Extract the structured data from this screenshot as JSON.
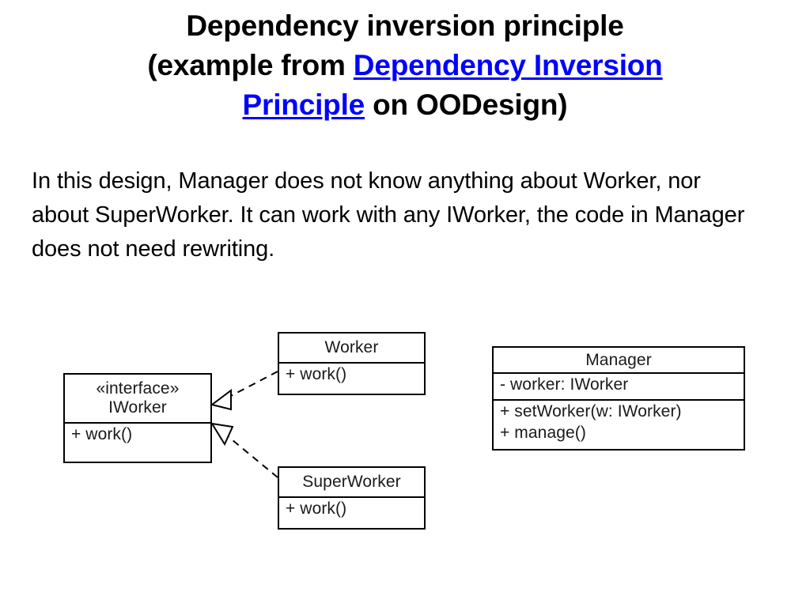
{
  "slide": {
    "title": {
      "line1": "Dependency inversion principle",
      "line2_prefix": "(example from ",
      "link_part1": "Dependency Inversion",
      "link_part2": "Principle",
      "line3_suffix": " on OODesign)"
    },
    "body": "In this design, Manager does not know anything about Worker, nor about SuperWorker. It can work with any IWorker, the code in Manager does not need rewriting."
  },
  "colors": {
    "text": "#000000",
    "link": "#0000FF",
    "box_border": "#000000",
    "background": "#FFFFFF"
  },
  "diagram": {
    "type": "uml-class-diagram",
    "classes": [
      {
        "id": "iworker",
        "stereotype": "«interface»",
        "name": "IWorker",
        "attributes": [],
        "methods": [
          "+ work()"
        ]
      },
      {
        "id": "worker",
        "stereotype": "",
        "name": "Worker",
        "attributes": [],
        "methods": [
          "+ work()"
        ]
      },
      {
        "id": "superworker",
        "stereotype": "",
        "name": "SuperWorker",
        "attributes": [],
        "methods": [
          "+ work()"
        ]
      },
      {
        "id": "manager",
        "stereotype": "",
        "name": "Manager",
        "attributes": [
          "- worker: IWorker"
        ],
        "methods": [
          "+ setWorker(w: IWorker)",
          "+ manage()"
        ]
      }
    ],
    "relationships": [
      {
        "from": "worker",
        "to": "iworker",
        "kind": "realization",
        "style": "dashed-hollow-triangle"
      },
      {
        "from": "superworker",
        "to": "iworker",
        "kind": "realization",
        "style": "dashed-hollow-triangle"
      }
    ]
  }
}
